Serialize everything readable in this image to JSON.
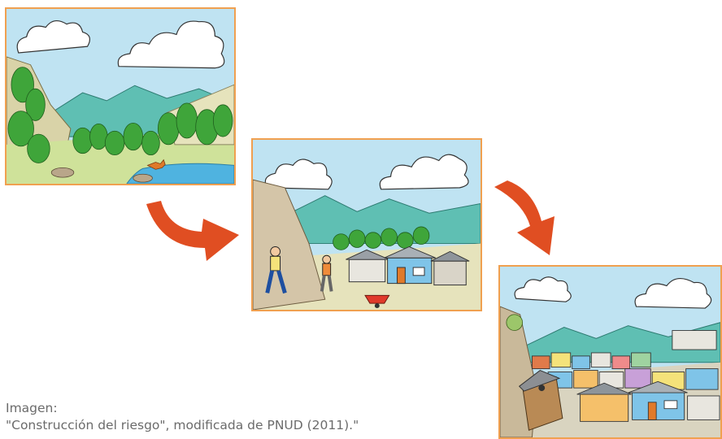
{
  "caption": {
    "label": "Imagen:",
    "source": "\"Construcción del riesgo\", modificada de PNUD (2011).\""
  },
  "colors": {
    "frame": "#f0a050",
    "arrow": "#e04e22",
    "sky": "#bfe3f2",
    "mountain": "#5fbfb3",
    "forest": "#3fa53a",
    "river": "#4fb3e0",
    "caption_text": "#6b6b6b"
  },
  "panels": [
    {
      "scene": "natural-forest-valley-with-river"
    },
    {
      "scene": "hillside-excavation-with-first-houses"
    },
    {
      "scene": "dense-informal-settlement-on-slope"
    }
  ],
  "arrows": [
    {
      "icon": "curved-arrow-icon"
    },
    {
      "icon": "curved-arrow-icon"
    }
  ]
}
